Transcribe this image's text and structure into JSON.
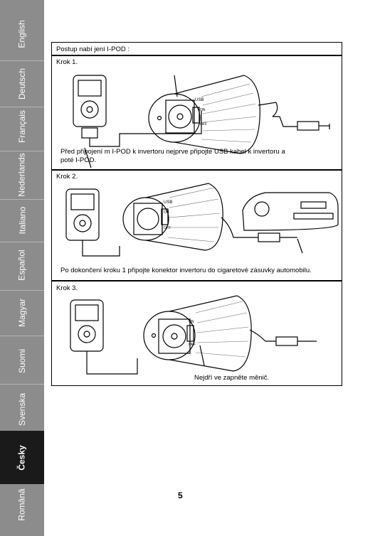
{
  "sidebar": {
    "languages": [
      "English",
      "Deutsch",
      "Français",
      "Nederlands",
      "Italiano",
      "Español",
      "Magyar",
      "Suomi",
      "Svenska",
      "Česky",
      "Română"
    ],
    "active": "Česky"
  },
  "content": {
    "title": "Postup nabí jení  I-POD :",
    "steps": [
      {
        "label": "Krok 1.",
        "caption_line1": "Před připojení m I-POD k invertoru nejprve připojte USB kabel k invertoru a",
        "caption_line2": "poté I-POD."
      },
      {
        "label": "Krok 2.",
        "caption_line1": "Po dokončení  kroku 1 připojte konektor invertoru do cigaretové zásuvky automobilu."
      },
      {
        "label": "Krok 3.",
        "caption_line1": "Nejdří ve zapněte měnič."
      }
    ],
    "inverter_labels": {
      "usb": "USB",
      "on": "ON",
      "off": "OFF"
    }
  },
  "page_number": "5"
}
